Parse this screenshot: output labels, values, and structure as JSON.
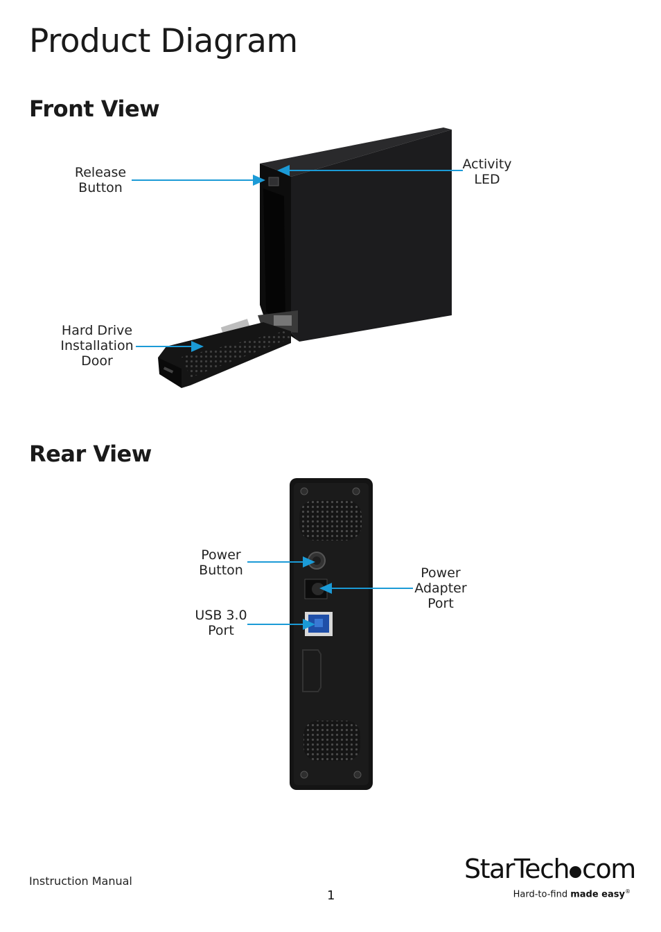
{
  "page": {
    "title": "Product Diagram"
  },
  "front_view": {
    "heading": "Front View",
    "labels": {
      "release_button": [
        "Release",
        "Button"
      ],
      "activity_led": [
        "Activity",
        "LED"
      ],
      "hard_drive_door": [
        "Hard Drive",
        "Installation",
        "Door"
      ]
    }
  },
  "rear_view": {
    "heading": "Rear View",
    "labels": {
      "power_button": [
        "Power",
        "Button"
      ],
      "usb_port": [
        "USB 3.0",
        "Port"
      ],
      "power_adapter_port": [
        "Power",
        "Adapter",
        "Port"
      ]
    }
  },
  "footer": {
    "manual_label": "Instruction Manual",
    "page_number": "1",
    "brand_name_left": "StarTech",
    "brand_name_right": "com",
    "tagline_normal": "Hard-to-find ",
    "tagline_bold": "made easy",
    "tagline_mark": "®"
  },
  "colors": {
    "callout": "#1b9ad6",
    "device": "#161616"
  }
}
